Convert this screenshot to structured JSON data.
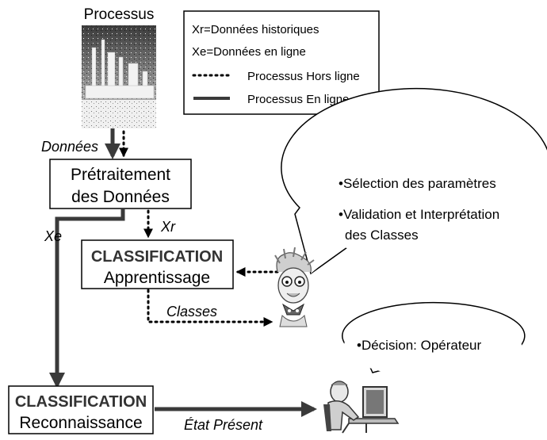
{
  "process": {
    "title": "Processus",
    "image_name": "factory-image"
  },
  "legend": {
    "xr": "Xr=Données historiques",
    "xe": "Xe=Données en ligne",
    "offline": "Processus Hors ligne",
    "online": "Processus En ligne"
  },
  "labels": {
    "donnees": "Données",
    "xe": "Xe",
    "xr": "Xr",
    "classes": "Classes",
    "etat_present": "État Présent"
  },
  "boxes": {
    "pretraitement_line1": "Prétraitement",
    "pretraitement_line2": "des Données",
    "classif1_title": "CLASSIFICATION",
    "classif1_sub": "Apprentissage",
    "classif2_title": "CLASSIFICATION",
    "classif2_sub": "Reconnaissance"
  },
  "bubble1": {
    "line1": "•Sélection des paramètres",
    "line2": "•Validation et Interprétation",
    "line3": "des Classes"
  },
  "bubble2": {
    "line1": "•Décision: Opérateur"
  },
  "icons": {
    "expert": "professor-icon",
    "operator": "operator-computer-icon"
  }
}
